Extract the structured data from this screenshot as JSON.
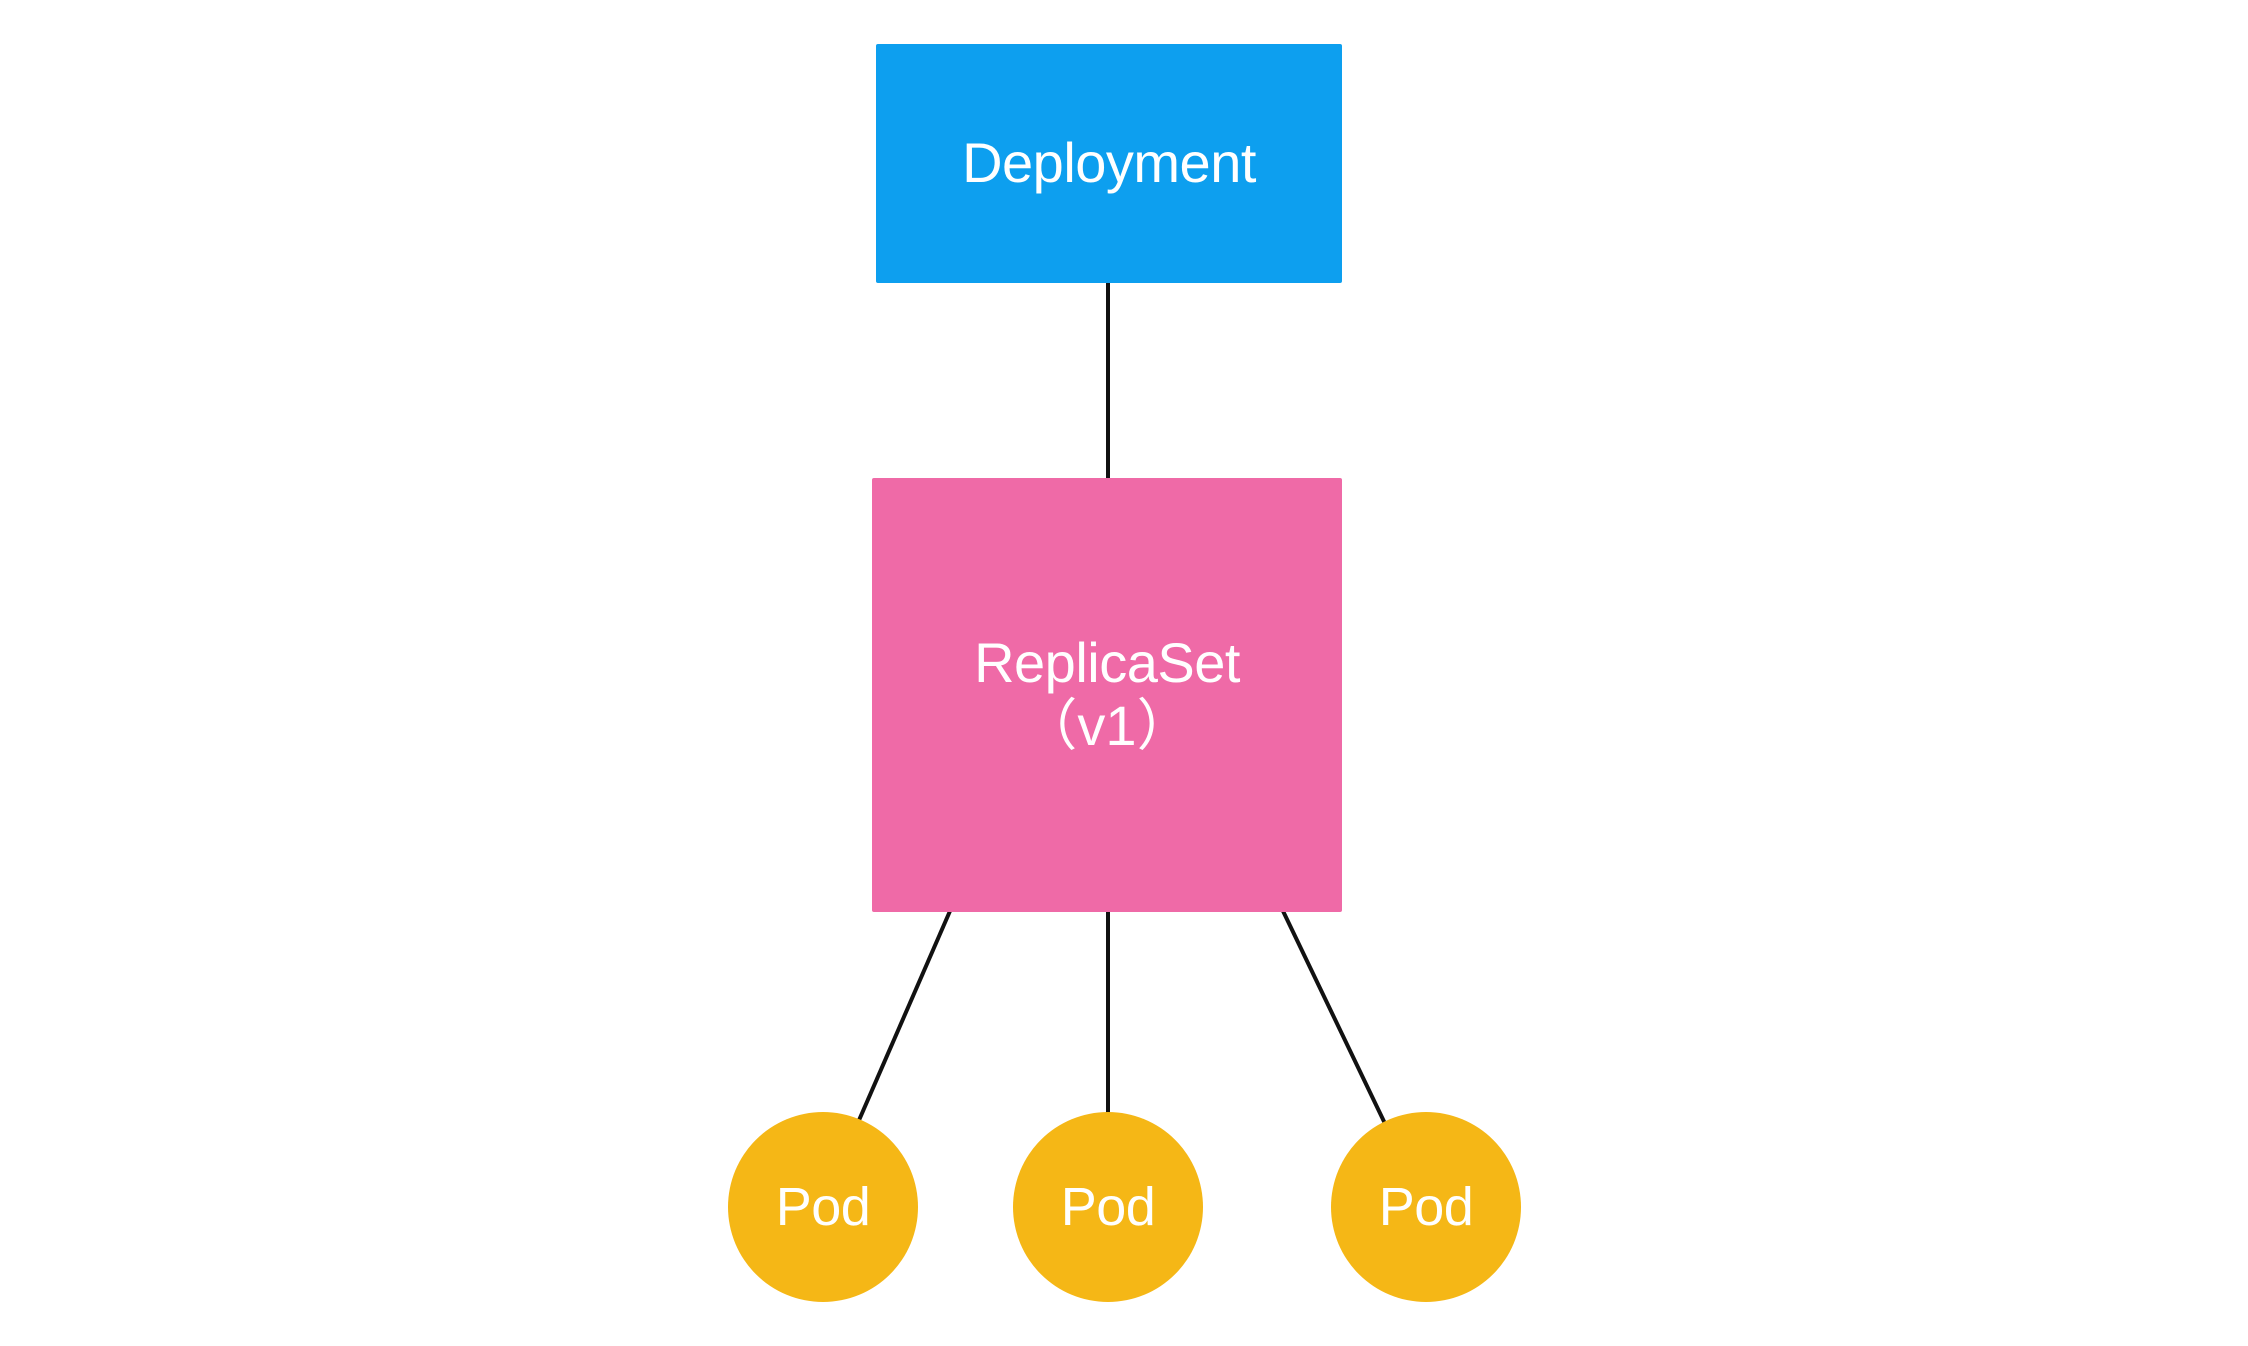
{
  "diagram": {
    "title": "Kubernetes Deployment to ReplicaSet to Pods hierarchy",
    "background_color": "#ffffff",
    "edge_color": "#111111",
    "edge_width": 4
  },
  "nodes": {
    "deployment": {
      "label": "Deployment",
      "shape": "rectangle",
      "color": "#0d9fef",
      "text_color": "#ffffff"
    },
    "replicaset": {
      "label_line1": "ReplicaSet",
      "label_line2": "（v1）",
      "version": "v1",
      "shape": "rectangle",
      "color": "#ef6aa7",
      "text_color": "#ffffff"
    },
    "pods": [
      {
        "label": "Pod",
        "shape": "circle",
        "color": "#f5b716",
        "text_color": "#ffffff"
      },
      {
        "label": "Pod",
        "shape": "circle",
        "color": "#f5b716",
        "text_color": "#ffffff"
      },
      {
        "label": "Pod",
        "shape": "circle",
        "color": "#f5b716",
        "text_color": "#ffffff"
      }
    ]
  },
  "edges": [
    {
      "from": "deployment",
      "to": "replicaset"
    },
    {
      "from": "replicaset",
      "to": "pod-1"
    },
    {
      "from": "replicaset",
      "to": "pod-2"
    },
    {
      "from": "replicaset",
      "to": "pod-3"
    }
  ]
}
